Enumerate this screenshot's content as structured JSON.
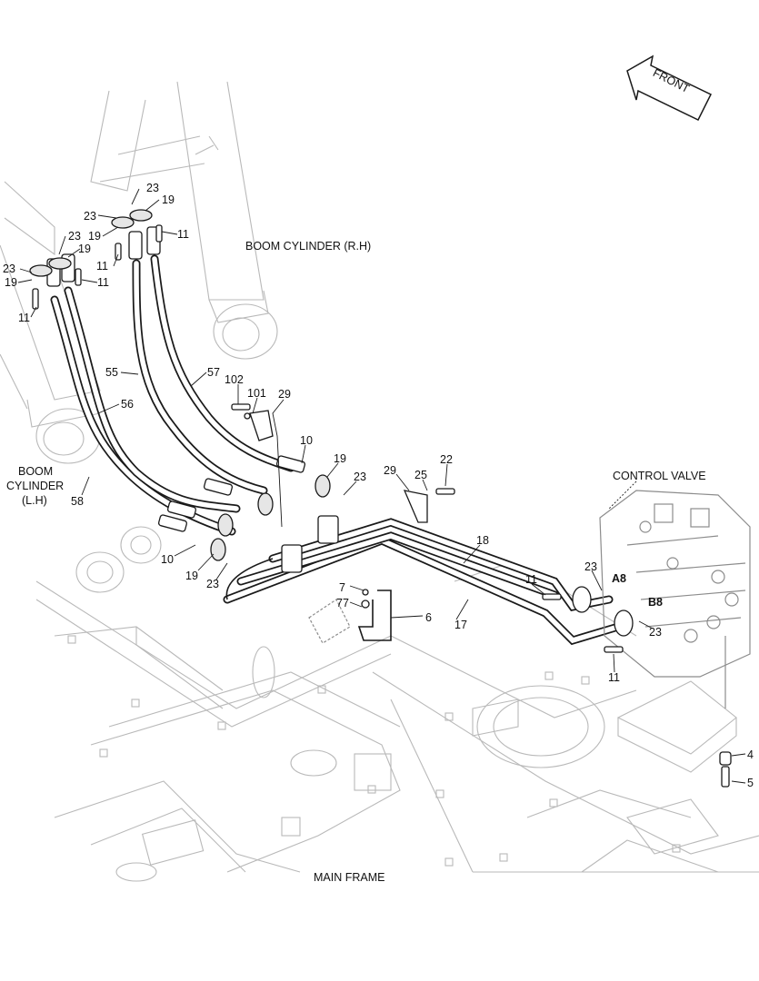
{
  "direction": {
    "front": "FRONT"
  },
  "titles": {
    "boom_cylinder_rh": "BOOM CYLINDER (R.H)",
    "boom_cylinder_lh_line1": "BOOM",
    "boom_cylinder_lh_line2": "CYLINDER",
    "boom_cylinder_lh_line3": "(L.H)",
    "control_valve": "CONTROL VALVE",
    "main_frame": "MAIN FRAME"
  },
  "ports": {
    "a8": "A8",
    "b8": "B8"
  },
  "callouts": {
    "c23_a": "23",
    "c23_b": "23",
    "c19_a": "19",
    "c19_b": "19",
    "c11_a": "11",
    "c11_b": "11",
    "c23_c": "23",
    "c23_d": "23",
    "c19_c": "19",
    "c19_d": "19",
    "c11_c": "11",
    "c11_d": "11",
    "c55": "55",
    "c57": "57",
    "c56": "56",
    "c58": "58",
    "c102": "102",
    "c101": "101",
    "c29_a": "29",
    "c10_a": "10",
    "c19_e": "19",
    "c23_e": "23",
    "c29_b": "29",
    "c25": "25",
    "c22": "22",
    "c18": "18",
    "c17": "17",
    "c10_b": "10",
    "c19_f": "19",
    "c23_f": "23",
    "c7": "7",
    "c77": "77",
    "c6": "6",
    "c11_e": "11",
    "c23_g": "23",
    "c23_h": "23",
    "c11_f": "11",
    "c4": "4",
    "c5": "5"
  }
}
